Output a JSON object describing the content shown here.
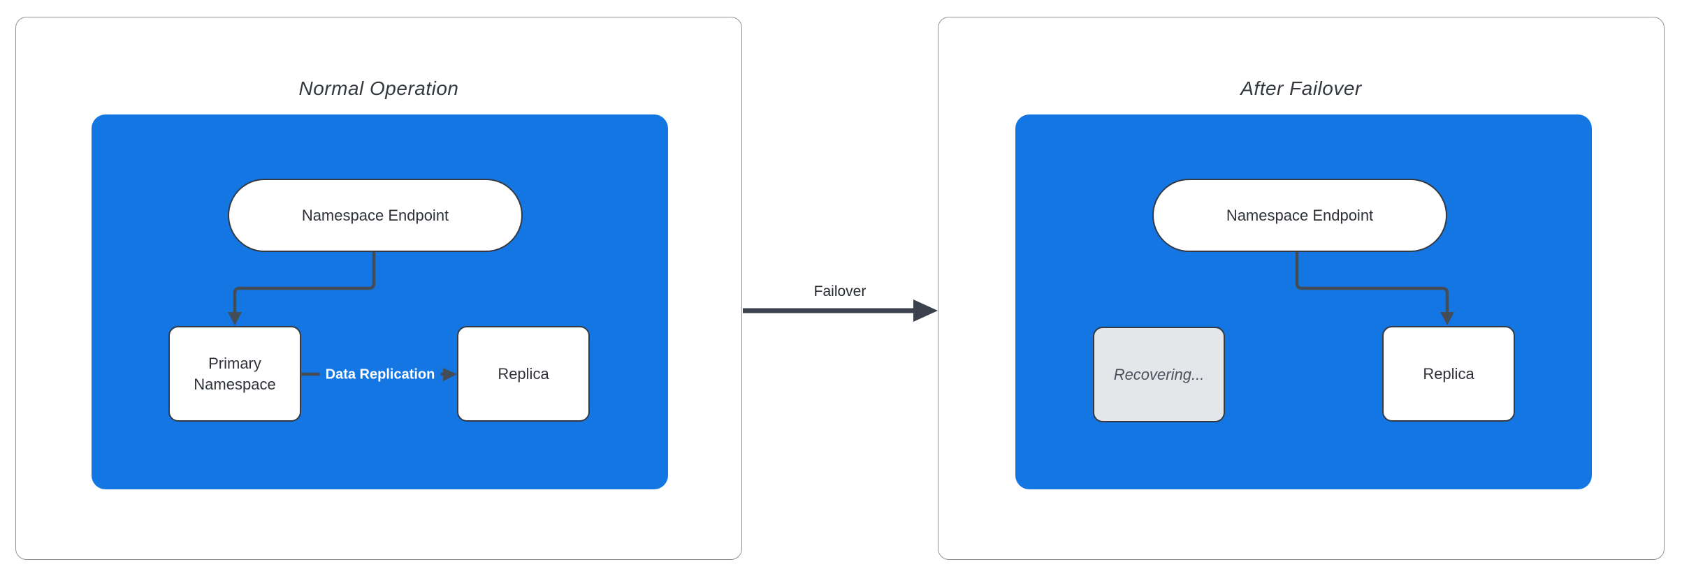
{
  "diagram": {
    "panels": [
      {
        "id": "normal-operation",
        "title": "Normal Operation",
        "endpoint_label": "Namespace Endpoint",
        "left_node_label": "Primary Namespace",
        "right_node_label": "Replica",
        "edge_label": "Data Replication"
      },
      {
        "id": "after-failover",
        "title": "After Failover",
        "endpoint_label": "Namespace Endpoint",
        "left_node_label": "Recovering...",
        "right_node_label": "Replica"
      }
    ],
    "transition_label": "Failover",
    "colors": {
      "cluster_fill": "#1476E2",
      "node_fill": "#FFFFFF",
      "recovering_fill": "#E4E6E9",
      "connector_stroke": "#444C57",
      "transition_arrow_stroke": "#3B424E",
      "node_border": "#343A44",
      "panel_border": "#8F9398",
      "title_text": "#34383F",
      "node_text": "#2E3238",
      "recovering_text": "#4B525E",
      "edge_label_text": "#FFFFFF",
      "transition_label_text": "#24282E"
    }
  }
}
